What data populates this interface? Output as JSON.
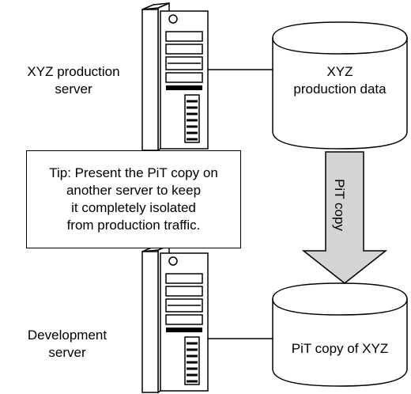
{
  "labels": {
    "prod_server": "XYZ production\nserver",
    "prod_data": "XYZ\nproduction data",
    "dev_server": "Development\nserver",
    "pit_copy_db": "PiT copy of XYZ",
    "arrow": "PiT copy",
    "tip": "Tip: Present the PiT copy on\nanother server to keep\nit completely isolated\nfrom production traffic."
  },
  "icons": {
    "server": "server-tower-icon",
    "database": "database-cylinder-icon"
  },
  "colors": {
    "stroke": "#000000",
    "arrow_fill": "#d4d4d4",
    "background": "#ffffff"
  }
}
